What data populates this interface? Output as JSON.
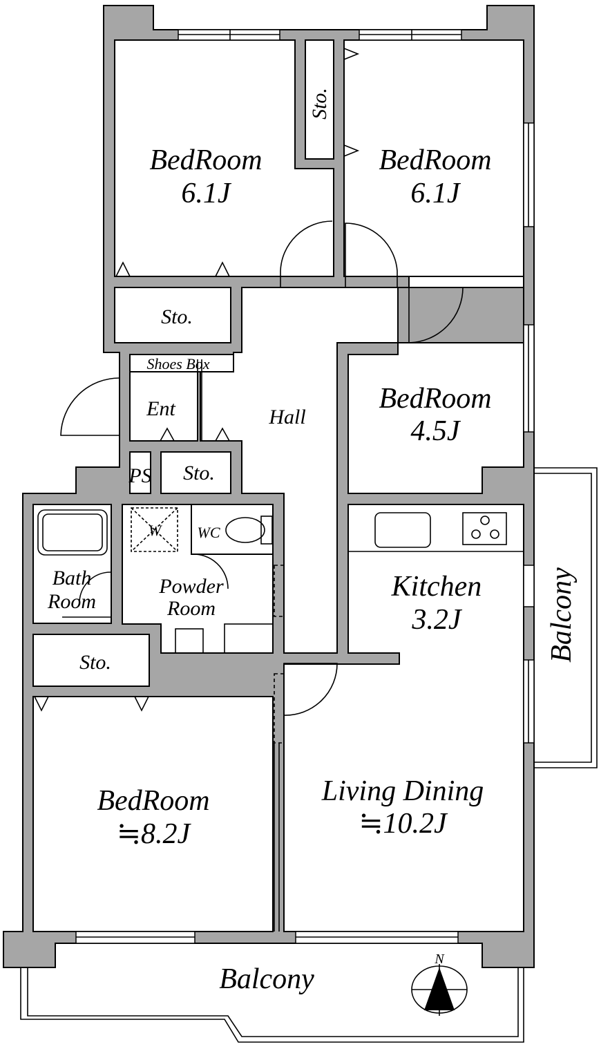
{
  "rooms": {
    "bedroom_nw": {
      "name": "BedRoom",
      "size": "6.1J"
    },
    "bedroom_ne": {
      "name": "BedRoom",
      "size": "6.1J"
    },
    "bedroom_e": {
      "name": "BedRoom",
      "size": "4.5J"
    },
    "bedroom_sw": {
      "name": "BedRoom",
      "size": "≒8.2J"
    },
    "kitchen": {
      "name": "Kitchen",
      "size": "3.2J"
    },
    "living": {
      "name": "Living Dining",
      "size": "≒10.2J"
    },
    "hall": "Hall",
    "entrance": "Ent",
    "shoes_box": "Shoes Box",
    "storage": "Sto.",
    "storage_top": "Sto.",
    "storage_hall": "Sto.",
    "storage_sw": "Sto.",
    "storage_nw": "Sto.",
    "ps": "PS",
    "washer": "W",
    "wc": "WC",
    "bath": {
      "line1": "Bath",
      "line2": "Room"
    },
    "powder": {
      "line1": "Powder",
      "line2": "Room"
    },
    "balcony_south": "Balcony",
    "balcony_east": "Balcony",
    "compass": "N"
  }
}
